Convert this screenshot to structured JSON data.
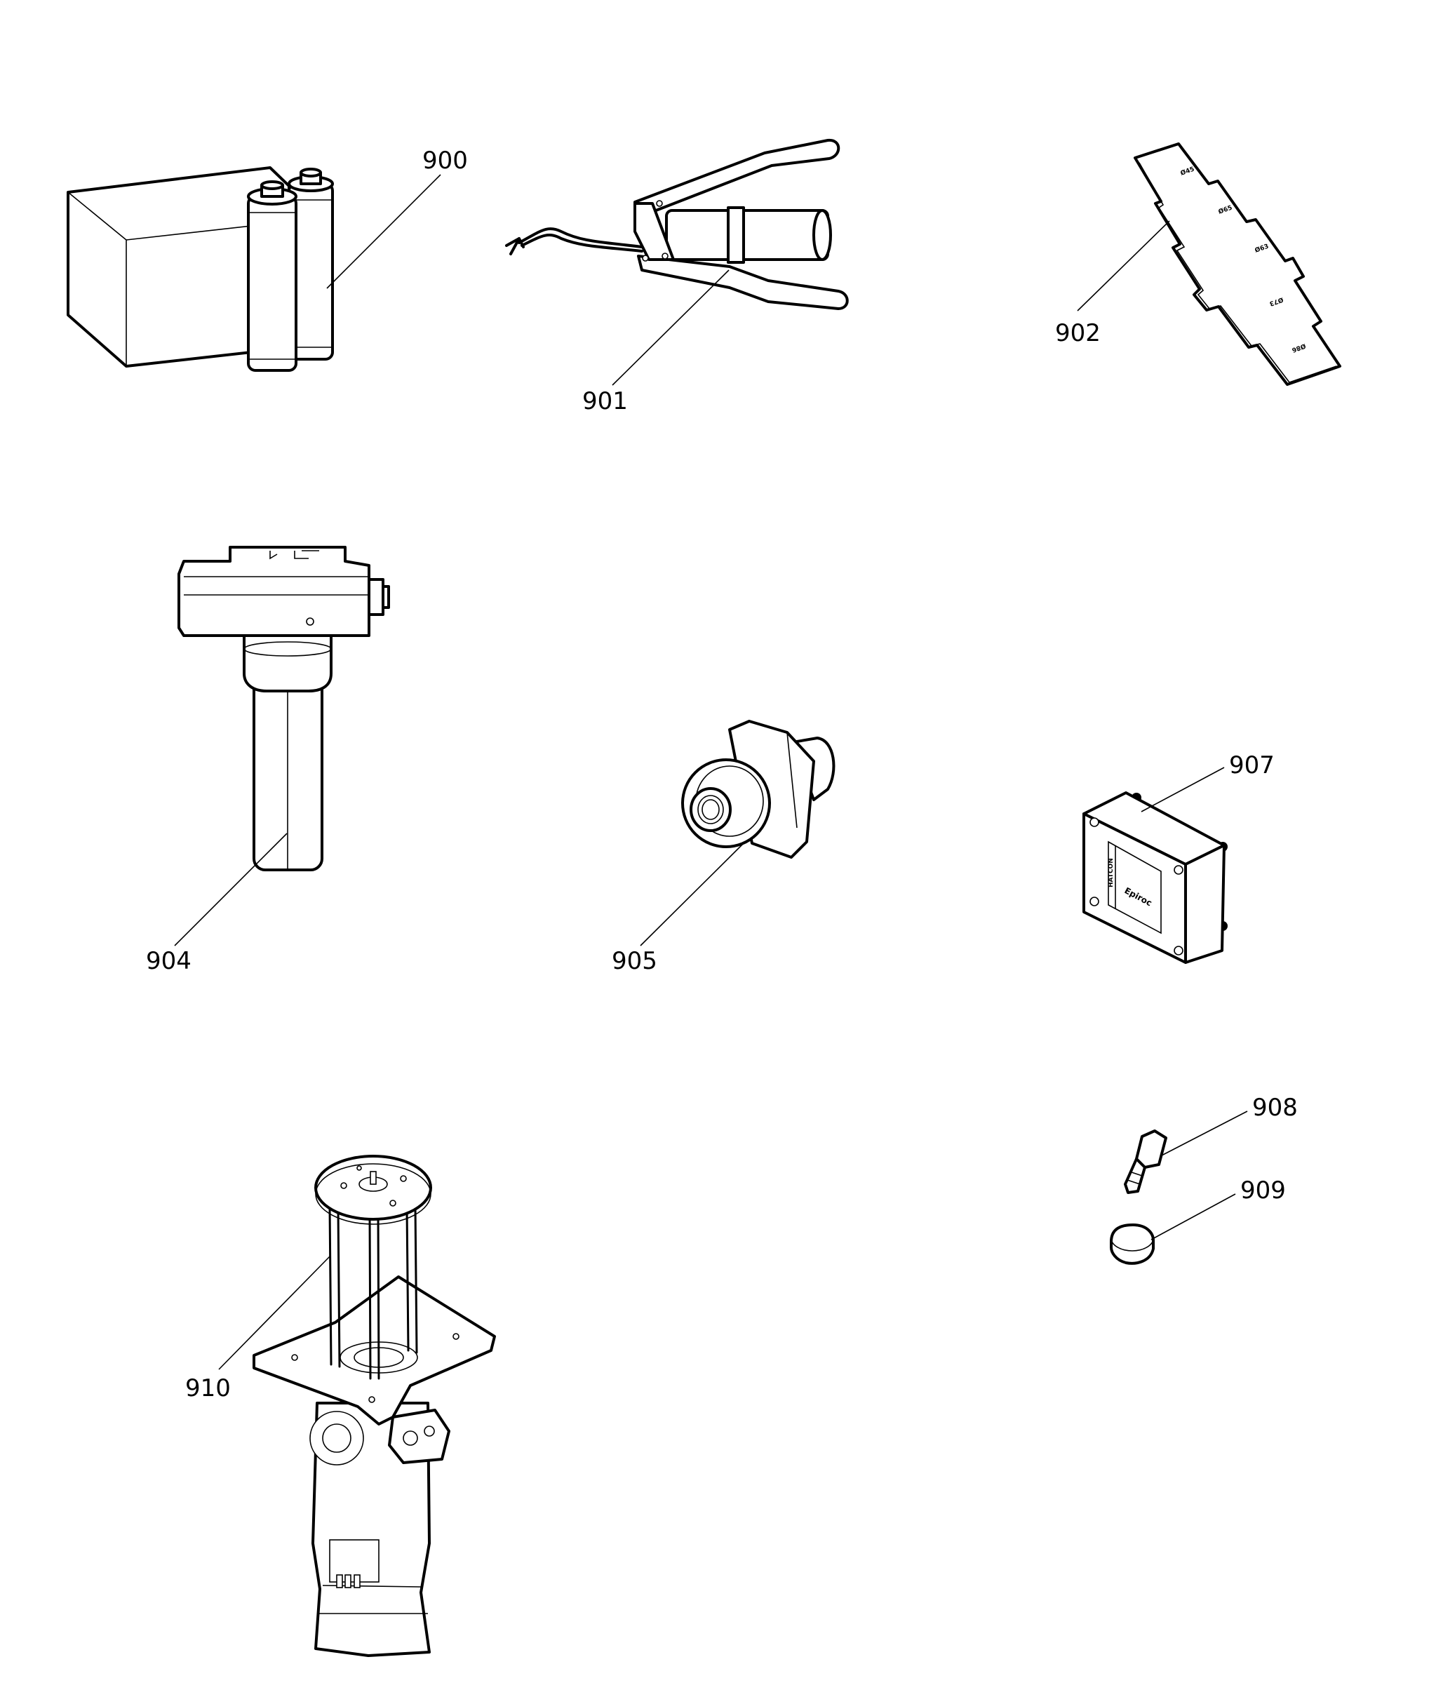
{
  "colors": {
    "line": "#000000",
    "background": "#ffffff"
  },
  "callouts": {
    "c900": "900",
    "c901": "901",
    "c902": "902",
    "c904": "904",
    "c905": "905",
    "c907": "907",
    "c908": "908",
    "c909": "909",
    "c910": "910"
  },
  "plate_markings": [
    "Ø45",
    "Ø65",
    "Ø63",
    "Ø73",
    "Ø86"
  ],
  "module_label": {
    "brand": "Epiroc",
    "side_text": "HATCON"
  }
}
